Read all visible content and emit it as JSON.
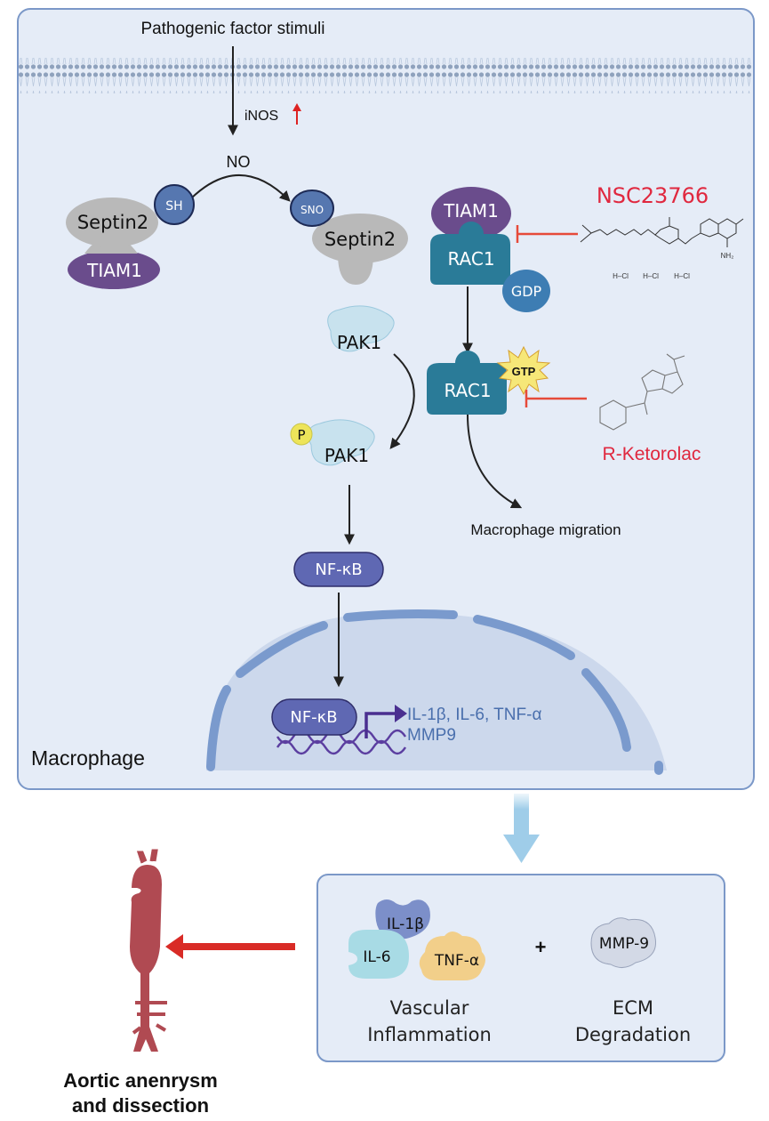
{
  "title": "Septin2 S-nitrosylation / TIAM1-RAC1 signaling in macrophages driving aortic aneurysm",
  "cell": {
    "label": "Macrophage",
    "stimulus": "Pathogenic factor stimuli",
    "inos": "iNOS",
    "no": "NO",
    "septin_left": {
      "name": "Septin2",
      "group": "SH",
      "partner": "TIAM1"
    },
    "septin_right": {
      "name": "Septin2",
      "group": "SNO"
    },
    "tiam1": "TIAM1",
    "rac1_gdp": {
      "name": "RAC1",
      "nucleotide": "GDP"
    },
    "rac1_gtp": {
      "name": "RAC1",
      "nucleotide": "GTP"
    },
    "pak1": "PAK1",
    "pak1_p": {
      "name": "PAK1",
      "phospho": "P"
    },
    "nfkb": "NF-κB",
    "nfkb_nuclear": "NF-κB",
    "target_genes_line1": "IL-1β, IL-6, TNF-α",
    "target_genes_line2": "MMP9",
    "migration": "Macrophage migration"
  },
  "inhibitors": {
    "nsc": {
      "name": "NSC23766",
      "salt_1": "H–Cl",
      "salt_2": "H–Cl",
      "salt_3": "H–Cl",
      "amine": "NH₂"
    },
    "ketorolac": {
      "name": "R-Ketorolac"
    }
  },
  "outcome_box": {
    "cytokines": [
      "IL-1β",
      "IL-6",
      "TNF-α"
    ],
    "plus": "+",
    "mmp": "MMP-9",
    "inflammation_line1": "Vascular",
    "inflammation_line2": "Inflammation",
    "ecm_line1": "ECM",
    "ecm_line2": "Degradation"
  },
  "disease": {
    "line1": "Aortic anenrysm",
    "line2": "and dissection"
  },
  "colors": {
    "cell_bg": "#e5ecf7",
    "cell_border": "#7b98c8",
    "tiam1": "#6a4c8c",
    "rac1": "#2a7b98",
    "gdp": "#3d7db3",
    "septin": "#b9b9b9",
    "sh": "#5677b0",
    "nfkb": "#5f68b3",
    "inhibitor_red": "#e0283f",
    "gene_text": "#4a6fad",
    "aorta": "#b04a52"
  }
}
